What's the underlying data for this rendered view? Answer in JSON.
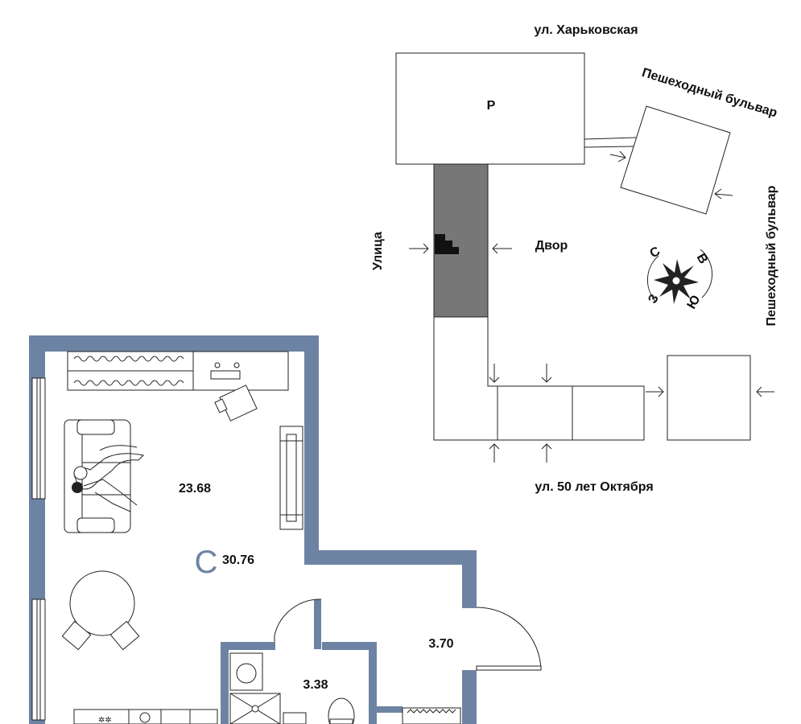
{
  "site": {
    "streets": {
      "top": "ул. Харьковская",
      "bottom": "ул. 50 лет Октября",
      "left": "Улица",
      "boulevard_top": "Пешеходный бульвар",
      "boulevard_right": "Пешеходный бульвар"
    },
    "parking_label": "Р",
    "yard_label": "Двор",
    "compass": {
      "n": "С",
      "e": "В",
      "s": "Ю",
      "w": "З"
    }
  },
  "apartment": {
    "total_area": "30.76",
    "type_badge": "С",
    "rooms": [
      {
        "id": "living",
        "area": "23.68"
      },
      {
        "id": "hall",
        "area": "3.70"
      },
      {
        "id": "bath",
        "area": "3.38"
      }
    ]
  },
  "colors": {
    "wall": "#6d83a3",
    "highlight": "#777777",
    "line": "#222222"
  }
}
